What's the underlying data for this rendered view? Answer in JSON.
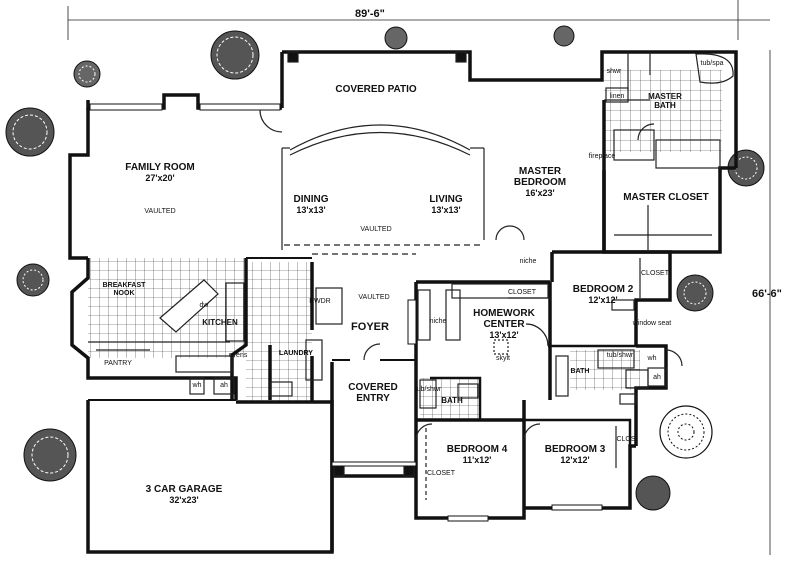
{
  "dimensions": {
    "width": "89'-6\"",
    "depth": "66'-6\""
  },
  "rooms": {
    "covered_patio": {
      "name": "COVERED PATIO"
    },
    "family_room": {
      "name": "FAMILY ROOM",
      "size": "27'x20'"
    },
    "master_bedroom": {
      "name": "MASTER BEDROOM",
      "size": "16'x23'"
    },
    "master_bath": {
      "name": "MASTER BATH"
    },
    "master_closet": {
      "name": "MASTER CLOSET"
    },
    "dining": {
      "name": "DINING",
      "size": "13'x13'"
    },
    "living": {
      "name": "LIVING",
      "size": "13'x13'"
    },
    "breakfast_nook": {
      "name": "BREAKFAST NOOK"
    },
    "kitchen": {
      "name": "KITCHEN"
    },
    "foyer": {
      "name": "FOYER"
    },
    "homework_center": {
      "name": "HOMEWORK CENTER",
      "size": "13'x12'"
    },
    "bedroom2": {
      "name": "BEDROOM 2",
      "size": "12'x12'"
    },
    "bedroom3": {
      "name": "BEDROOM 3",
      "size": "12'x12'"
    },
    "bedroom4": {
      "name": "BEDROOM 4",
      "size": "11'x12'"
    },
    "covered_entry": {
      "name": "COVERED ENTRY"
    },
    "garage": {
      "name": "3 CAR GARAGE",
      "size": "32'x23'"
    },
    "laundry": {
      "name": "LAUNDRY"
    },
    "bath": {
      "name": "BATH"
    },
    "bath2": {
      "name": "BATH"
    }
  },
  "notes": {
    "vaulted_family": "VAULTED",
    "vaulted_center": "VAULTED",
    "vaulted_foyer": "VAULTED",
    "fireplace": "fireplace",
    "niche1": "niche",
    "niche2": "niche",
    "closet_hw": "CLOSET",
    "closet_b2": "CLOSET",
    "closet_b4": "CLOSET",
    "clos_b3": "CLOS",
    "pantry": "PANTRY",
    "pwdr": "PWDR",
    "shwr": "shwr",
    "linen": "linen",
    "tub_spa": "tub/spa",
    "window_seat": "window seat",
    "skylt": "skylt",
    "tub_shwr1": "tub/shwr",
    "tub_shwr2": "tub/shwr",
    "dw": "dw",
    "ovens": "ovens",
    "wh1": "wh",
    "wh2": "wh",
    "ah1": "ah",
    "ah2": "ah"
  }
}
